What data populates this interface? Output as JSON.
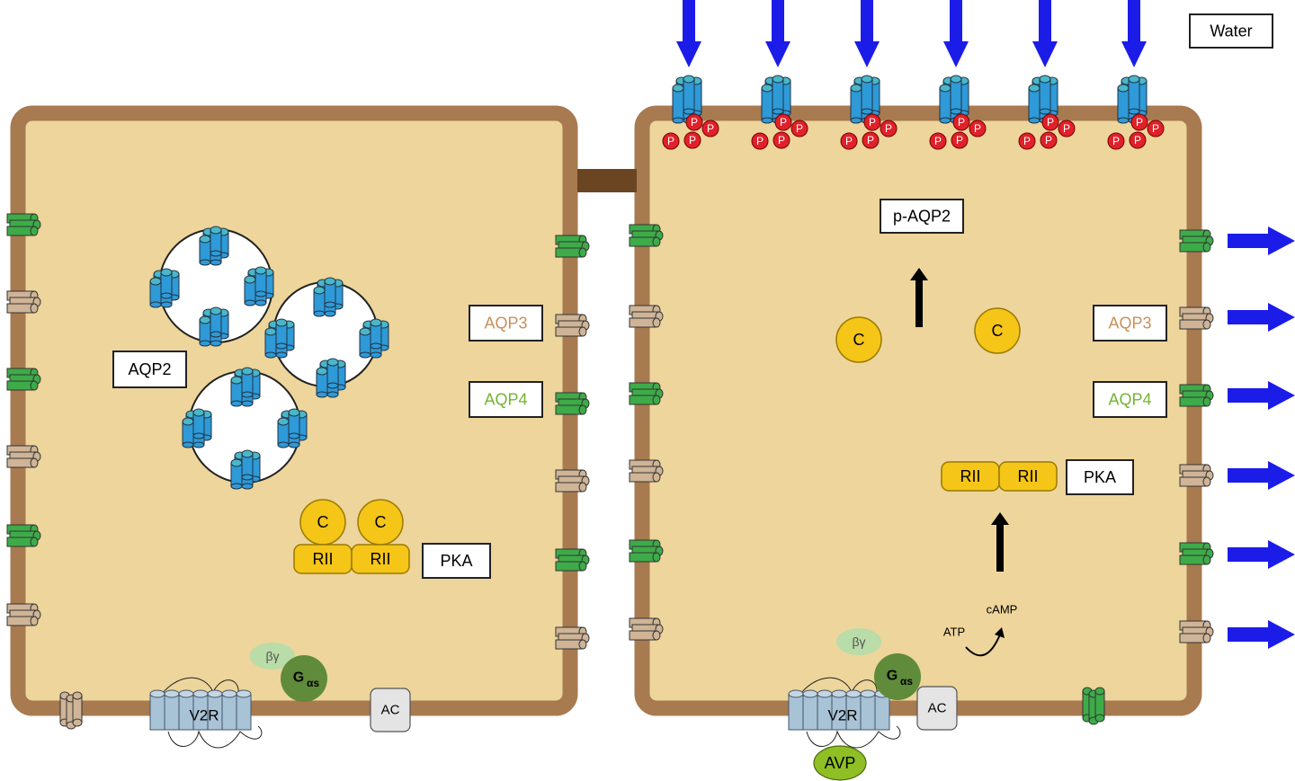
{
  "labels": {
    "water": "Water",
    "p_aqp2": "p-AQP2",
    "aqp2": "AQP2",
    "aqp3": "AQP3",
    "aqp4": "AQP4",
    "pka": "PKA",
    "catalytic": "C",
    "regulatory": "RII",
    "phospho": "P",
    "receptor": "V2R",
    "adenylyl_cyclase": "AC",
    "beta_gamma": "βγ",
    "g_alpha_main": "G",
    "g_alpha_sub": "αs",
    "hormone": "AVP",
    "atp": "ATP",
    "camp": "cAMP"
  },
  "colors": {
    "membrane": "#a87a50",
    "cytoplasm": "#edd59b",
    "tight_junction": "#6b4422",
    "aqp2": "#2e9ad8",
    "aqp2_top": "#49b7c9",
    "aqp3": "#cfb497",
    "aqp4": "#3dac48",
    "phospho": "#e0212a",
    "pka": "#f5c518",
    "receptor": "#a8c2d6",
    "ac": "#e4e4e4",
    "beta_gamma": "#b9dca9",
    "g_alpha": "#5f8b3a",
    "avp": "#8fbf24",
    "water_arrow": "#1c1ce8",
    "label_aqp3": "#c8915a",
    "label_aqp4": "#72b533"
  },
  "icons": {
    "aqp2": "aqp2-channel-icon",
    "aqp3": "aqp3-channel-icon",
    "aqp4": "aqp4-channel-icon",
    "vesicle": "vesicle-icon",
    "water_arrow": "water-arrow-icon"
  }
}
